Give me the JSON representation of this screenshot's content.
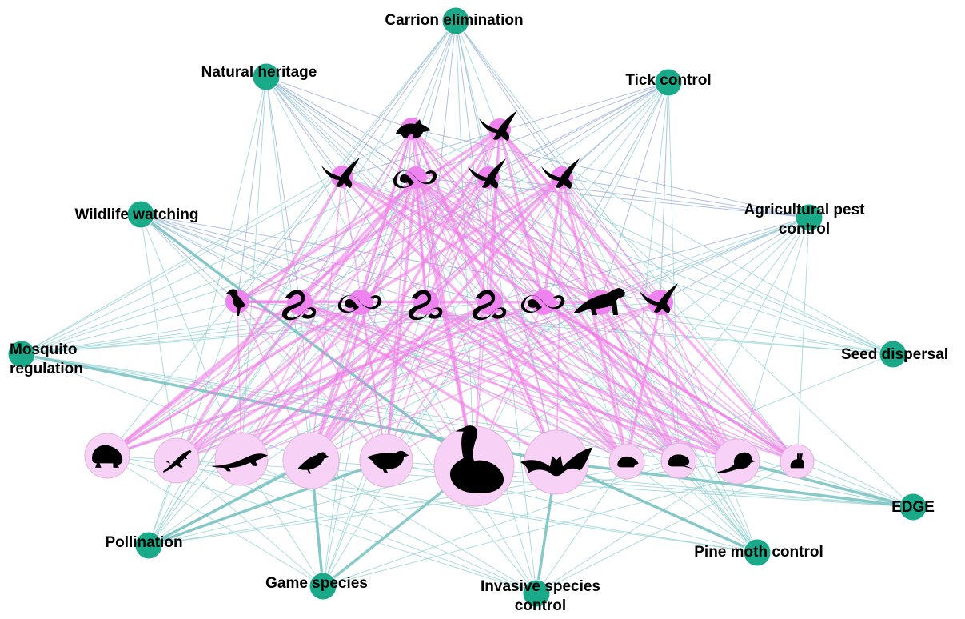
{
  "services": [
    {
      "id": "carrion",
      "label_lines": [
        "Carrion elimination"
      ]
    },
    {
      "id": "heritage",
      "label_lines": [
        "Natural heritage"
      ]
    },
    {
      "id": "tick",
      "label_lines": [
        "Tick control"
      ]
    },
    {
      "id": "wildlife",
      "label_lines": [
        "Wildlife watching"
      ]
    },
    {
      "id": "agri",
      "label_lines": [
        "Agricultural pest",
        "control"
      ]
    },
    {
      "id": "mosquito",
      "label_lines": [
        "Mosquito",
        "regulation"
      ]
    },
    {
      "id": "seed",
      "label_lines": [
        "Seed dispersal"
      ]
    },
    {
      "id": "edge",
      "label_lines": [
        "EDGE"
      ]
    },
    {
      "id": "pollination",
      "label_lines": [
        "Pollination"
      ]
    },
    {
      "id": "pine",
      "label_lines": [
        "Pine moth control"
      ]
    },
    {
      "id": "game",
      "label_lines": [
        "Game species"
      ]
    },
    {
      "id": "invasive",
      "label_lines": [
        "Invasive species",
        "control"
      ]
    }
  ],
  "species_top": [
    {
      "id": "fox",
      "icon": "fox-icon"
    },
    {
      "id": "vulture",
      "icon": "vulture-icon"
    },
    {
      "id": "eagle-a",
      "icon": "eagle-icon"
    },
    {
      "id": "snake-a",
      "icon": "snake-icon"
    },
    {
      "id": "falcon",
      "icon": "falcon-icon"
    },
    {
      "id": "eagle-b",
      "icon": "eagle-icon"
    }
  ],
  "species_mid": [
    {
      "id": "heron",
      "icon": "heron-icon"
    },
    {
      "id": "snake-b",
      "icon": "snake-icon"
    },
    {
      "id": "snake-c",
      "icon": "snake-icon"
    },
    {
      "id": "snake-d",
      "icon": "snake-icon"
    },
    {
      "id": "snake-e",
      "icon": "snake-icon"
    },
    {
      "id": "snake-f",
      "icon": "snake-icon"
    },
    {
      "id": "marten",
      "icon": "marten-icon"
    },
    {
      "id": "eagle-c",
      "icon": "eagle-icon"
    }
  ],
  "species_bottom": [
    {
      "id": "toad",
      "icon": "toad-icon"
    },
    {
      "id": "gecko",
      "icon": "gecko-icon"
    },
    {
      "id": "lizard",
      "icon": "lizard-icon"
    },
    {
      "id": "songbird",
      "icon": "songbird-icon"
    },
    {
      "id": "sparrow",
      "icon": "sparrow-icon"
    },
    {
      "id": "goose",
      "icon": "goose-icon"
    },
    {
      "id": "bat",
      "icon": "bat-icon"
    },
    {
      "id": "shrew",
      "icon": "shrew-icon"
    },
    {
      "id": "vole",
      "icon": "vole-icon"
    },
    {
      "id": "mouse",
      "icon": "mouse-icon"
    },
    {
      "id": "rabbit",
      "icon": "rabbit-icon"
    }
  ],
  "colors": {
    "service_node": "#1aaa8a",
    "top_predator_node": "#ee82ee",
    "prey_node": "#f8d2f6",
    "trophic_edge": "#f07de8",
    "service_edge": "#9fd6d8",
    "upper_service_edge": "#97a9d8"
  }
}
